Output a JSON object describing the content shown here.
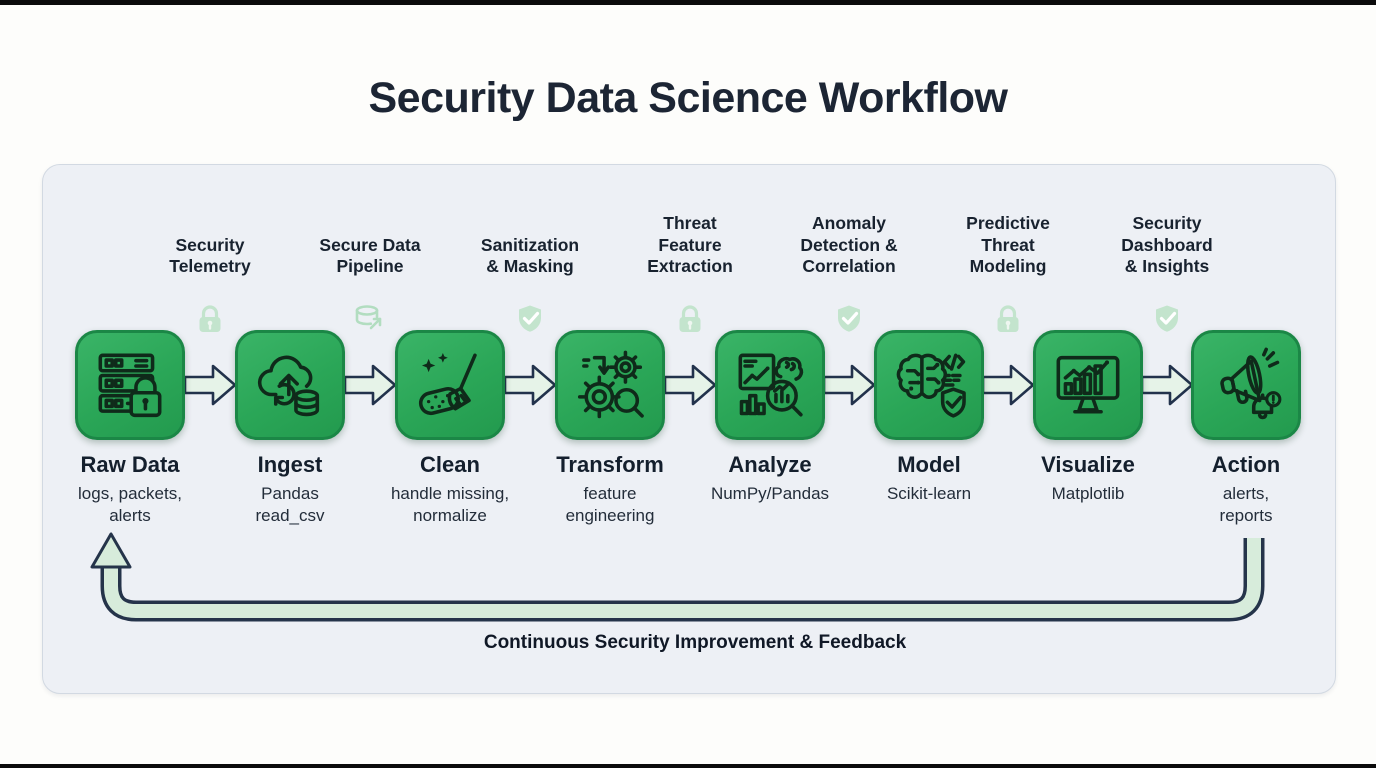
{
  "page": {
    "title": "Security Data Science Workflow"
  },
  "diagram": {
    "feedback_label": "Continuous Security Improvement & Feedback",
    "stages": [
      {
        "name": "Raw Data",
        "detail": "logs, packets,\nalerts",
        "icon": "server-lock-icon"
      },
      {
        "name": "Ingest",
        "detail": "Pandas\nread_csv",
        "icon": "cloud-upload-database-icon"
      },
      {
        "name": "Clean",
        "detail": "handle missing,\nnormalize",
        "icon": "sponge-broom-icon"
      },
      {
        "name": "Transform",
        "detail": "feature\nengineering",
        "icon": "gears-magnifier-icon"
      },
      {
        "name": "Analyze",
        "detail": "NumPy/Pandas",
        "icon": "chart-brain-magnifier-icon"
      },
      {
        "name": "Model",
        "detail": "Scikit-learn",
        "icon": "brain-circuit-shield-icon"
      },
      {
        "name": "Visualize",
        "detail": "Matplotlib",
        "icon": "monitor-chart-icon"
      },
      {
        "name": "Action",
        "detail": "alerts,\nreports",
        "icon": "megaphone-bell-icon"
      }
    ],
    "connectors": [
      {
        "label": "Security\nTelemetry",
        "badge": "lock-icon"
      },
      {
        "label": "Secure Data\nPipeline",
        "badge": "database-arrow-icon"
      },
      {
        "label": "Sanitization\n& Masking",
        "badge": "shield-check-icon"
      },
      {
        "label": "Threat\nFeature\nExtraction",
        "badge": "lock-icon"
      },
      {
        "label": "Anomaly\nDetection &\nCorrelation",
        "badge": "shield-check-icon"
      },
      {
        "label": "Predictive\nThreat\nModeling",
        "badge": "lock-icon"
      },
      {
        "label": "Security\nDashboard\n& Insights",
        "badge": "shield-check-icon"
      }
    ],
    "colors": {
      "box_green": "#2aa657",
      "box_border": "#1b8746",
      "panel_bg": "#edf0f5",
      "arrow_fill": "#e6f3e8",
      "outline_navy": "#22324c",
      "badge_green": "#c3e4cd",
      "feedback_fill": "#d7ecdb",
      "title_color": "#1c2534"
    }
  }
}
